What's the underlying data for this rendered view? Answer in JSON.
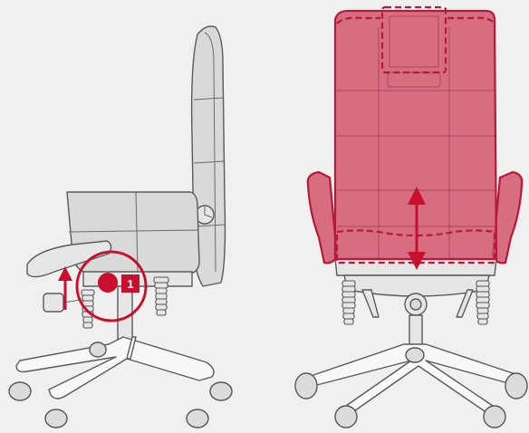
{
  "diagram": {
    "left_chair": {
      "callout": {
        "badge_number": "1"
      },
      "arrow_direction": "up"
    },
    "right_chair": {
      "highlight": "backrest",
      "arrow_direction": "up-down"
    },
    "colors": {
      "accent": "#c8102e",
      "highlight_fill": "#cf4f67",
      "chair_fill": "#d9d9d9",
      "outline": "#5a5a5a",
      "background": "#f0f0f0"
    }
  }
}
